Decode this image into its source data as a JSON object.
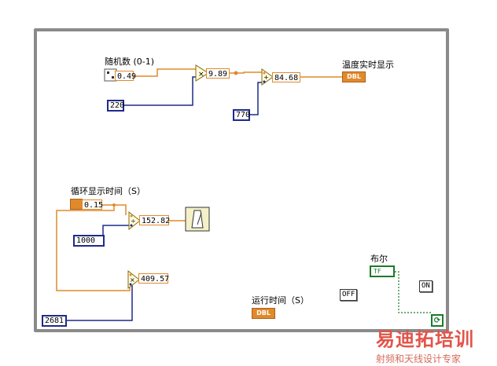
{
  "labels": {
    "random": "随机数 (0-1)",
    "temp_display": "温度实时显示",
    "loop_time": "循环显示时间（S）",
    "run_time": "运行时间（S）",
    "bool": "布尔"
  },
  "values": {
    "random_out": "0.49",
    "const_220": "220",
    "mult_result": "9.89",
    "const_770": "770",
    "add_result": "84.68",
    "loop_time_val": "0.15",
    "loop_mult_result": "152.82",
    "const_1000": "1000",
    "run_mult_result": "409.57",
    "const_2681": "2681"
  },
  "terminals": {
    "dbl": "DBL",
    "bool_tf": "TF",
    "off": "OFF",
    "on": "ON"
  },
  "watermark": {
    "title": "易迪拓培训",
    "subtitle": "射频和天线设计专家"
  },
  "colors": {
    "wire_double": "#e08a2c",
    "wire_int": "#1e2a8a",
    "wire_bool": "#1b7a2a",
    "frame": "#8a8a8a"
  }
}
